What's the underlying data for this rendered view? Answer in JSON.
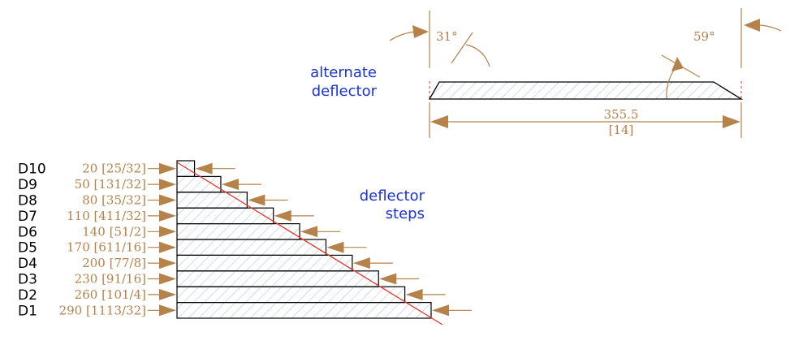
{
  "colors": {
    "dimension": "#b5824a",
    "label_blue": "#1a33d6",
    "guide_red": "#e0382b",
    "hatch": "#a9b6e8",
    "outline": "#000000"
  },
  "deflector_steps": {
    "title_line1": "deflector",
    "title_line2": "steps",
    "steps": [
      {
        "label": "D10",
        "mm": "20",
        "inch": "[25/32]",
        "length_mm": 20
      },
      {
        "label": "D9",
        "mm": "50",
        "inch": "[131/32]",
        "length_mm": 50
      },
      {
        "label": "D8",
        "mm": "80",
        "inch": "[35/32]",
        "length_mm": 80
      },
      {
        "label": "D7",
        "mm": "110",
        "inch": "[411/32]",
        "length_mm": 110
      },
      {
        "label": "D6",
        "mm": "140",
        "inch": "[51/2]",
        "length_mm": 140
      },
      {
        "label": "D5",
        "mm": "170",
        "inch": "[611/16]",
        "length_mm": 170
      },
      {
        "label": "D4",
        "mm": "200",
        "inch": "[77/8]",
        "length_mm": 200
      },
      {
        "label": "D3",
        "mm": "230",
        "inch": "[91/16]",
        "length_mm": 230
      },
      {
        "label": "D2",
        "mm": "260",
        "inch": "[101/4]",
        "length_mm": 260
      },
      {
        "label": "D1",
        "mm": "290",
        "inch": "[1113/32]",
        "length_mm": 290
      }
    ]
  },
  "alternate_deflector": {
    "title_line1": "alternate",
    "title_line2": "deflector",
    "angle_left": "31°",
    "angle_right": "59°",
    "length_mm": "355.5",
    "length_inch": "[14]"
  }
}
